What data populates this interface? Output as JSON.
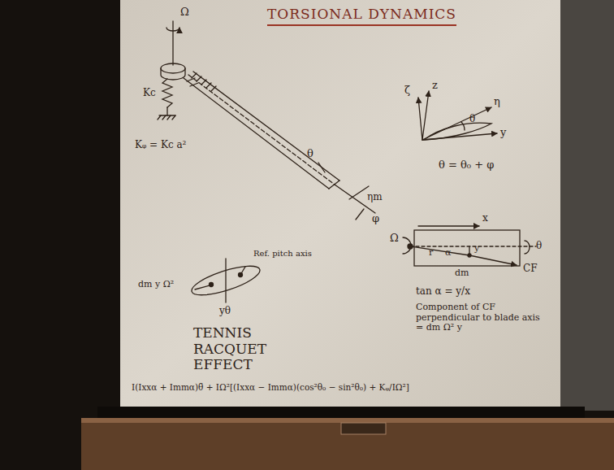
{
  "diagram": {
    "title": "TORSIONAL DYNAMICS",
    "labels": [
      "Ω",
      "Kc",
      "Kᵩ = Kc a²",
      "θ",
      "ηm",
      "φ",
      "ζ",
      "z",
      "η",
      "θ",
      "y",
      "θ = θ₀ + φ",
      "Ω",
      "x",
      "r",
      "α",
      "y",
      "dm",
      "θ",
      "CF",
      "tan α = y/x",
      "Component of CF perpendicular to blade axis = dm Ω² y",
      "Ref. pitch axis",
      "dm y Ω²",
      "yθ",
      "TENNIS RACQUET EFFECT",
      "I(Ixxα + Immα)θ̈ + IΩ²[(Ixxα − Immα)(cos²θ₀ − sin²θ₀) + Kᵩ/IΩ²]"
    ]
  }
}
